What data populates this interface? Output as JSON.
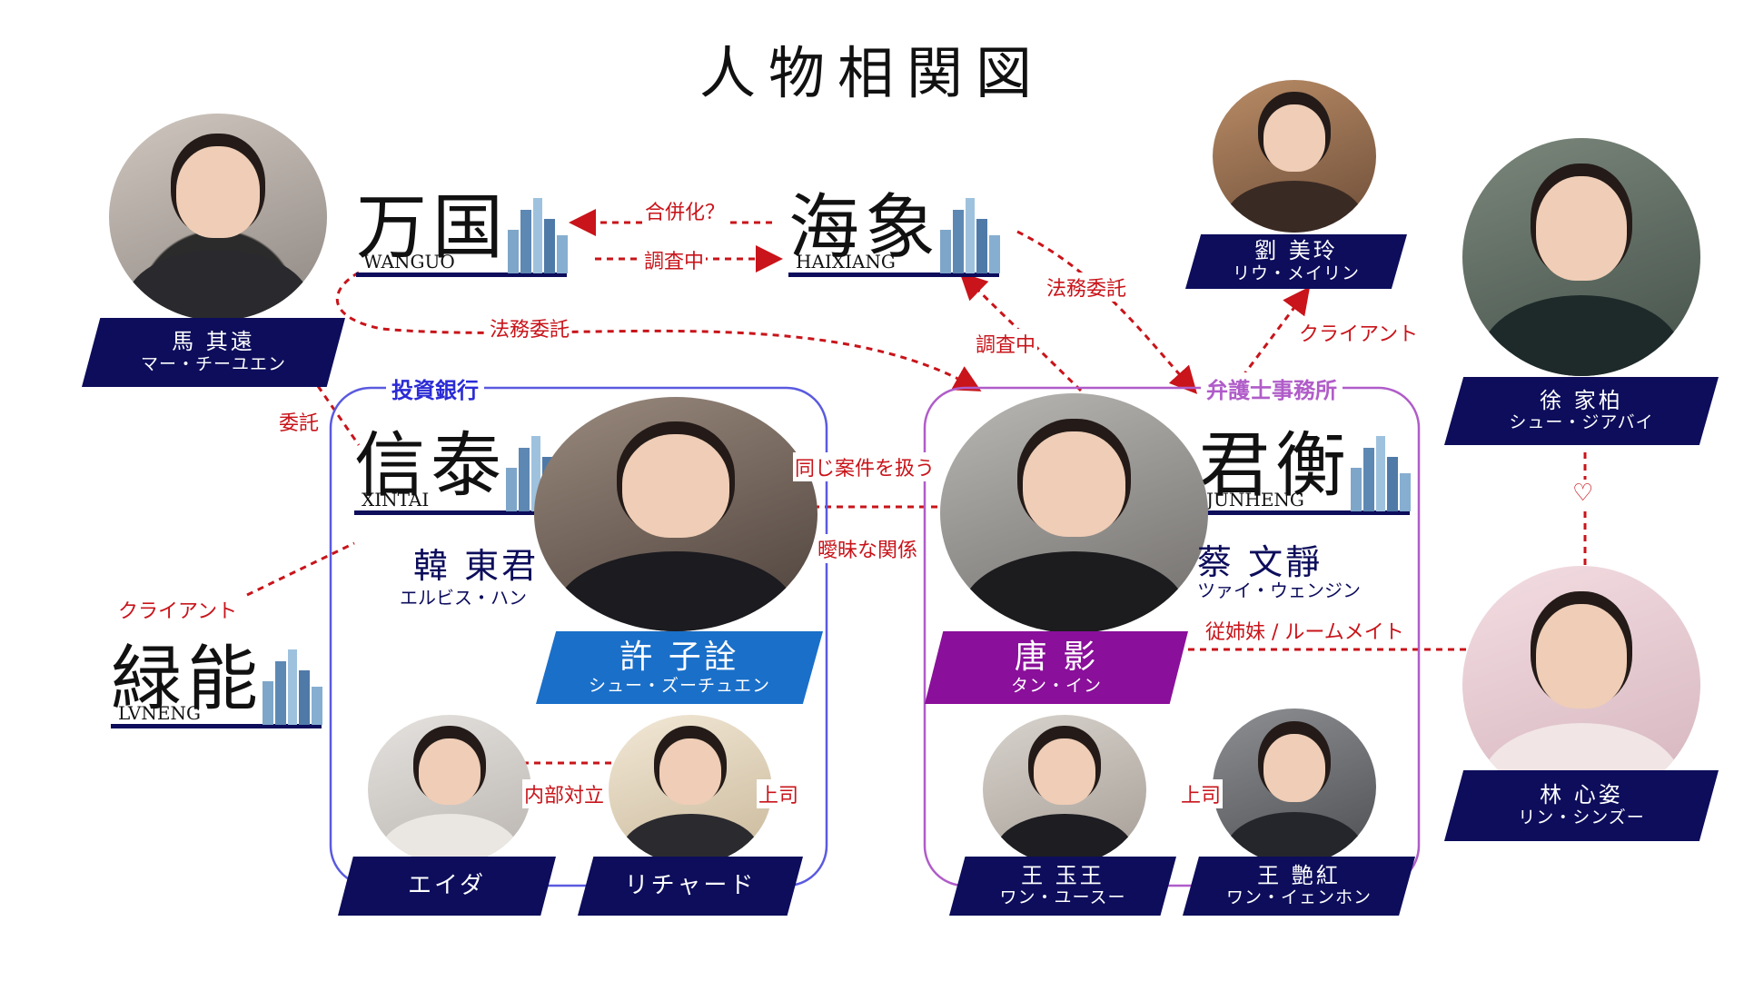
{
  "title": "人物相関図",
  "colors": {
    "navy": "#0d0d5c",
    "blue_tag": "#1a6fc9",
    "purple_tag": "#8a0f9a",
    "relation_red": "#c8141a",
    "group_blue": "#2b2bd6",
    "group_purple": "#b05cc9"
  },
  "companies": {
    "wanguo": {
      "kanji": "万国",
      "roman": "WANGUO"
    },
    "haixiang": {
      "kanji": "海象",
      "roman": "HAIXIANG"
    },
    "xintai": {
      "kanji": "信泰",
      "roman": "XINTAI"
    },
    "junheng": {
      "kanji": "君衡",
      "roman": "JUNHENG"
    },
    "lvneng": {
      "kanji": "緑能",
      "roman": "LVNENG"
    }
  },
  "groups": {
    "investment_bank": "投資銀行",
    "law_firm": "弁護士事務所"
  },
  "people": {
    "ma_qiyuan": {
      "name": "馬 其遠",
      "reading": "マー・チーユエン"
    },
    "liu_meiling": {
      "name": "劉 美玲",
      "reading": "リウ・メイリン"
    },
    "xu_jiabai": {
      "name": "徐 家柏",
      "reading": "シュー・ジアバイ"
    },
    "han_dongjun": {
      "name": "韓 東君",
      "reading": "エルビス・ハン"
    },
    "xu_ziquan": {
      "name": "許 子詮",
      "reading": "シュー・ズーチュエン"
    },
    "tang_ying": {
      "name": "唐 影",
      "reading": "タン・イン"
    },
    "cai_wenjing": {
      "name": "蔡 文靜",
      "reading": "ツァイ・ウェンジン"
    },
    "lin_xinzi": {
      "name": "林 心姿",
      "reading": "リン・シンズー"
    },
    "aida": {
      "name": "エイダ"
    },
    "richard": {
      "name": "リチャード"
    },
    "wang_yuwang": {
      "name": "王 玉王",
      "reading": "ワン・ユースー"
    },
    "wang_yanhong": {
      "name": "王 艶紅",
      "reading": "ワン・イェンホン"
    }
  },
  "relations": {
    "merger": "合併化？",
    "investigating_1": "調査中",
    "legal_1": "法務委託",
    "legal_2": "法務委託",
    "investigating_2": "調査中",
    "client_1": "クライアント",
    "client_2": "クライアント",
    "commission": "委託",
    "same_case": "同じ案件を扱う",
    "ambiguous": "曖昧な関係",
    "cousin_roommate": "従姉妹 / ルームメイト",
    "internal_conflict": "内部対立",
    "boss_1": "上司",
    "boss_2": "上司"
  }
}
